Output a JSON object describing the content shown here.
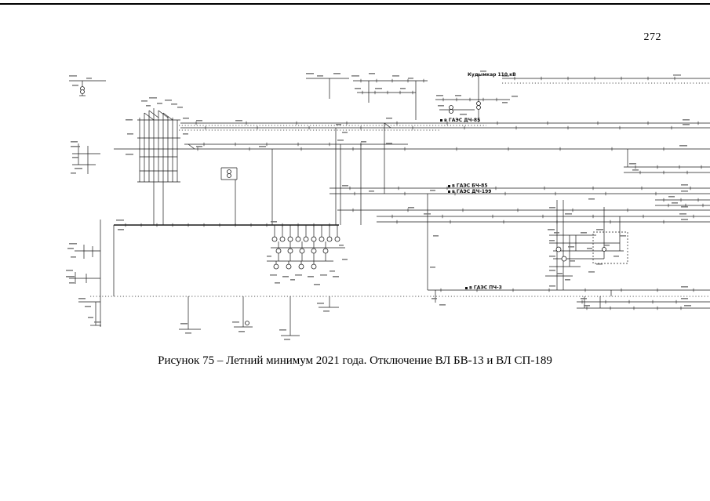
{
  "page": {
    "number": "272",
    "caption": "Рисунок 75 – Летний минимум 2021 года. Отключение ВЛ БВ-13 и ВЛ СП-189"
  },
  "diagram": {
    "ink_color": "#1a1a1a",
    "labels": [
      {
        "text": "в ГАЭС ДЧ-85"
      },
      {
        "text": "в ГАЭС БЧ-85"
      },
      {
        "text": "в ГАЭС ДЧ-199"
      },
      {
        "text": "в ГАЭС ПЧ-3"
      },
      {
        "text": "Кудымкар 110 кВ"
      }
    ]
  }
}
